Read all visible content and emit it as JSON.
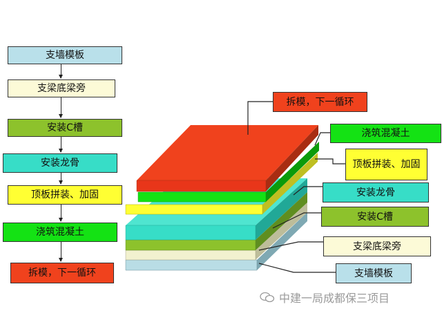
{
  "flow": {
    "steps": [
      {
        "label": "支墙模板",
        "color": "#b9e0ea"
      },
      {
        "label": "支梁底梁旁",
        "color": "#fcfad7"
      },
      {
        "label": "安装C槽",
        "color": "#8dc22c"
      },
      {
        "label": "安装龙骨",
        "color": "#37ddc7"
      },
      {
        "label": "顶板拼装、加固",
        "color": "#ffff33"
      },
      {
        "label": "浇筑混凝土",
        "color": "#14e214"
      },
      {
        "label": "拆模，下一循环",
        "color": "#f0421d"
      }
    ]
  },
  "callouts": {
    "demold": "拆模，下一循环",
    "concrete": "浇筑混凝土",
    "slab": "顶板拼装、加固",
    "keel": "安装龙骨",
    "cslot": "安装C槽",
    "beam": "支梁底梁旁",
    "wall": "支墙模板"
  },
  "watermark": "中建一局成都保三项目"
}
